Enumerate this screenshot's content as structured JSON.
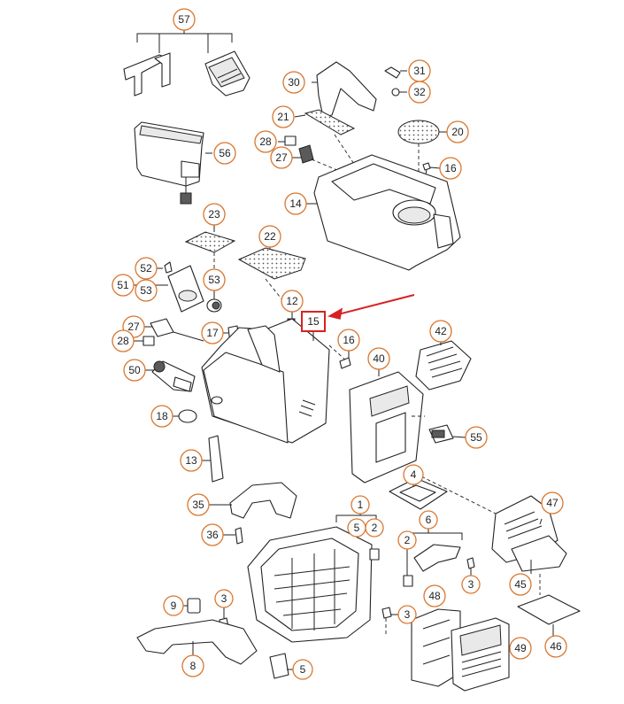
{
  "callouts": {
    "c57": "57",
    "c30": "30",
    "c31": "31",
    "c32": "32",
    "c21": "21",
    "c20": "20",
    "c28a": "28",
    "c27a": "27",
    "c56": "56",
    "c16a": "16",
    "c14": "14",
    "c23": "23",
    "c22": "22",
    "c52": "52",
    "c51": "51",
    "c53a": "53",
    "c53b": "53",
    "c12": "12",
    "c15": "15",
    "c27b": "27",
    "c28b": "28",
    "c17": "17",
    "c16b": "16",
    "c42": "42",
    "c40": "40",
    "c50": "50",
    "c18": "18",
    "c55": "55",
    "c13": "13",
    "c4": "4",
    "c35": "35",
    "c47": "47",
    "c1": "1",
    "c6": "6",
    "c5a": "5",
    "c2a": "2",
    "c36": "36",
    "c2b": "2",
    "c3a": "3",
    "c45": "45",
    "c9": "9",
    "c3b": "3",
    "c48": "48",
    "c3c": "3",
    "c8": "8",
    "c49": "49",
    "c46": "46",
    "c5b": "5"
  },
  "highlight": {
    "label": "15",
    "color": "#d62222"
  },
  "accent_color": "#d9772f"
}
